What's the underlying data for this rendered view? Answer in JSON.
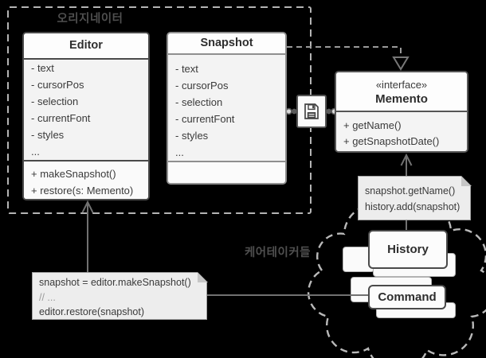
{
  "labels": {
    "originator_group": "오리지네이터",
    "caretakers_group": "케어테이커들"
  },
  "classes": {
    "editor": {
      "name": "Editor",
      "attributes": [
        "- text",
        "- cursorPos",
        "- selection",
        "- currentFont",
        "- styles",
        "..."
      ],
      "methods": [
        "+ makeSnapshot()",
        "+ restore(s: Memento)"
      ]
    },
    "snapshot": {
      "name": "Snapshot",
      "attributes": [
        "- text",
        "- cursorPos",
        "- selection",
        "- currentFont",
        "- styles",
        "..."
      ],
      "methods": []
    },
    "memento": {
      "stereotype": "«interface»",
      "name": "Memento",
      "methods": [
        "+ getName()",
        "+ getSnapshotDate()"
      ]
    },
    "history": {
      "name": "History"
    },
    "command": {
      "name": "Command"
    }
  },
  "notes": {
    "originator_code": {
      "lines": [
        "snapshot = editor.makeSnapshot()",
        "// ...",
        "editor.restore(snapshot)"
      ]
    },
    "caretaker_code": {
      "lines": [
        "snapshot.getName()",
        "history.add(snapshot)"
      ]
    }
  },
  "icons": {
    "save": "floppy-disk-icon"
  },
  "colors": {
    "background": "#000000",
    "box_border_dark": "#4a4a4a",
    "box_border_gray": "#8f8f8f",
    "box_fill": "#f3f3f3",
    "dashed_boundary": "#b4b4b4",
    "connector": "#717171",
    "note_fill": "#ededed",
    "note_border": "#a2a2a2",
    "group_label_text": "#4f4f4f"
  }
}
